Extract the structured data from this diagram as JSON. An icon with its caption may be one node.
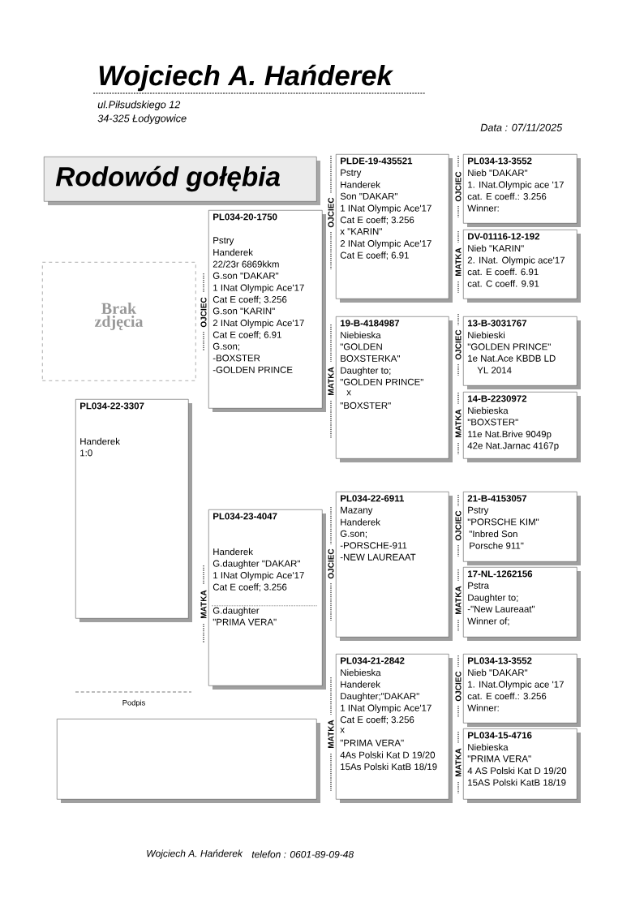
{
  "diagram": {
    "nodes": [
      {
        "text": [
          "Rodowód gołębia"
        ]
      },
      {
        "text": [
          "Brak zdjęcia"
        ]
      },
      {
        "text": [
          "PL034-22-3307",
          "Handerek",
          "1:0"
        ]
      },
      {
        "text": [
          "PL034-20-1750",
          "Pstry",
          "Handerek",
          "22/23r 6869kkm",
          "G.son \"DAKAR\"",
          "1 INat Olympic Ace'17",
          "Cat E coeff; 3.256",
          "G.son \"KARIN\"",
          "2 INat Olympic Ace'17",
          "Cat E coeff; 6.91",
          "G.son;",
          "-BOXSTER",
          "-GOLDEN PRINCE"
        ]
      },
      {
        "text": [
          "PL034-23-4047",
          "Handerek",
          "G.daughter \"DAKAR\"",
          "1 INat Olympic Ace'17",
          "Cat E coeff; 3.256",
          "G.daughter",
          "\"PRIMA VERA\""
        ]
      },
      {
        "text": [
          "PLDE-19-435521",
          "Pstry",
          "Handerek",
          "Son \"DAKAR\"",
          "1 INat Olympic Ace'17",
          "Cat E coeff; 3.256",
          "x    \"KARIN\"",
          "2 INat Olympic Ace'17",
          "Cat E coeff; 6.91"
        ]
      },
      {
        "text": [
          "19-B-4184987",
          "Niebieska",
          "\"GOLDEN",
          "BOXSTERKA\"",
          "Daughter to;",
          "\"GOLDEN PRINCE\"",
          "x",
          "\"BOXSTER\""
        ]
      },
      {
        "text": [
          "PL034-22-6911",
          "Mazany",
          "Handerek",
          "G.son;",
          "-PORSCHE-911",
          "-NEW LAUREAAT"
        ]
      },
      {
        "text": [
          "PL034-21-2842",
          "Niebieska",
          "Handerek",
          "Daughter;\"DAKAR\"",
          "1 INat Olympic Ace'17",
          "Cat E coeff; 3.256",
          "x",
          "\"PRIMA VERA\"",
          "4As Polski Kat D 19/20",
          "15As Polski KatB 18/19"
        ]
      },
      {
        "text": [
          "PL034-13-3552",
          "Nieb \"DAKAR\"",
          "1. INat.Olympic ace '17",
          "cat. E coeff.: 3.256",
          "Winner:"
        ]
      },
      {
        "text": [
          "DV-01116-12-192",
          "Nieb  \"KARIN\"",
          "2. INat. Olympic ace'17",
          "cat. E coeff. 6.91",
          "cat. C coeff. 9.91"
        ]
      },
      {
        "text": [
          "13-B-3031767",
          "Niebieski",
          "\"GOLDEN PRINCE\"",
          "1e Nat.Ace KBDB LD",
          "YL 2014"
        ]
      },
      {
        "text": [
          "14-B-2230972",
          "Niebieska",
          "\"BOXSTER\"",
          "11e Nat.Brive 9049p",
          "42e Nat.Jarnac 4167p"
        ]
      },
      {
        "text": [
          "21-B-4153057",
          "Pstry",
          "\"PORSCHE KIM\"",
          "\"Inbred Son",
          "Porsche 911\""
        ]
      },
      {
        "text": [
          "17-NL-1262156",
          "Pstra",
          "Daughter to;",
          "-\"New Laureaat\"",
          "Winner of;"
        ]
      },
      {
        "text": [
          "PL034-13-3552",
          "Nieb \"DAKAR\"",
          "1. INat.Olympic ace '17",
          "cat. E coeff.: 3.256",
          "Winner:"
        ]
      },
      {
        "text": [
          "PL034-15-4716",
          "Niebieska",
          "\"PRIMA VERA\"",
          "4 AS Polski Kat D 19/20",
          "15AS Polski KatB 18/19"
        ]
      },
      {
        "text": [],
        "shape": "box"
      }
    ],
    "labels": [
      "Wojciech A. Hańderek",
      "ul.Piłsudskiego 12",
      "34-325 Łodygowice",
      "Data :  07/11/2025",
      "OJCIEC",
      "MATKA",
      "OJCIEC",
      "MATKA",
      "OJCIEC",
      "MATKA",
      "OJCIEC",
      "MATKA",
      "OJCIEC",
      "MATKA",
      "OJCIEC",
      "MATKA",
      "OJCIEC",
      "MATKA",
      "Podpis",
      "Wojciech A. Hańderek",
      "telefon : 0601-89-09-48"
    ]
  }
}
